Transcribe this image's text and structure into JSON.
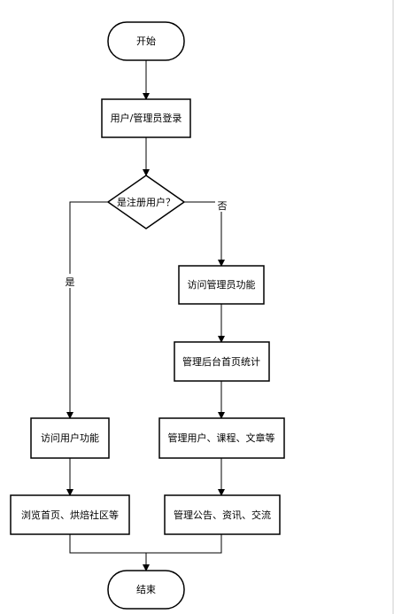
{
  "nodes": {
    "start": "开始",
    "login": "用户/管理员登录",
    "is_registered": "是注册用户？",
    "admin_features": "访问管理员功能",
    "admin_dashboard": "管理后台首页统计",
    "manage_users": "管理用户、课程、文章等",
    "manage_notices": "管理公告、资讯、交流",
    "user_features": "访问用户功能",
    "browse": "浏览首页、烘焙社区等",
    "end": "结束"
  },
  "edges": {
    "yes": "是",
    "no": "否"
  }
}
